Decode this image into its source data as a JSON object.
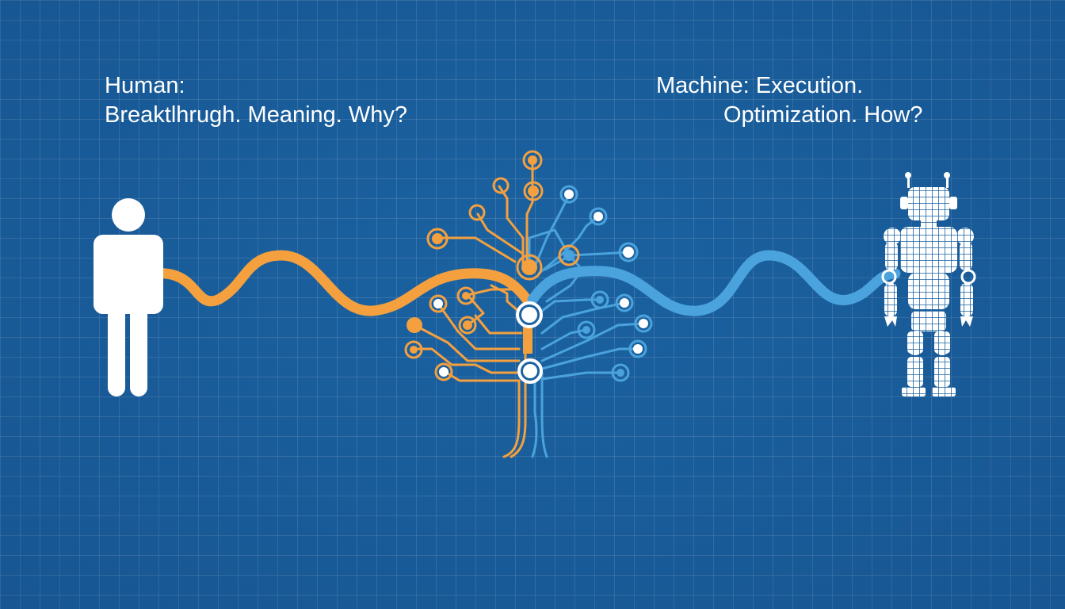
{
  "human": {
    "line1": "Human:",
    "line2": "Breaktlhrugh. Meaning. Why?",
    "icon": "person-icon",
    "color": "#ffffff"
  },
  "machine": {
    "line1": "Machine: Execution.",
    "line2": "Optimization. How?",
    "icon": "robot-icon",
    "color": "#ffffff"
  },
  "colors": {
    "background": "#1b62a1",
    "human_accent": "#f4a03f",
    "machine_accent": "#4aa3dd",
    "node_fill": "#ffffff"
  },
  "center": {
    "icon": "circuit-tree-icon"
  }
}
